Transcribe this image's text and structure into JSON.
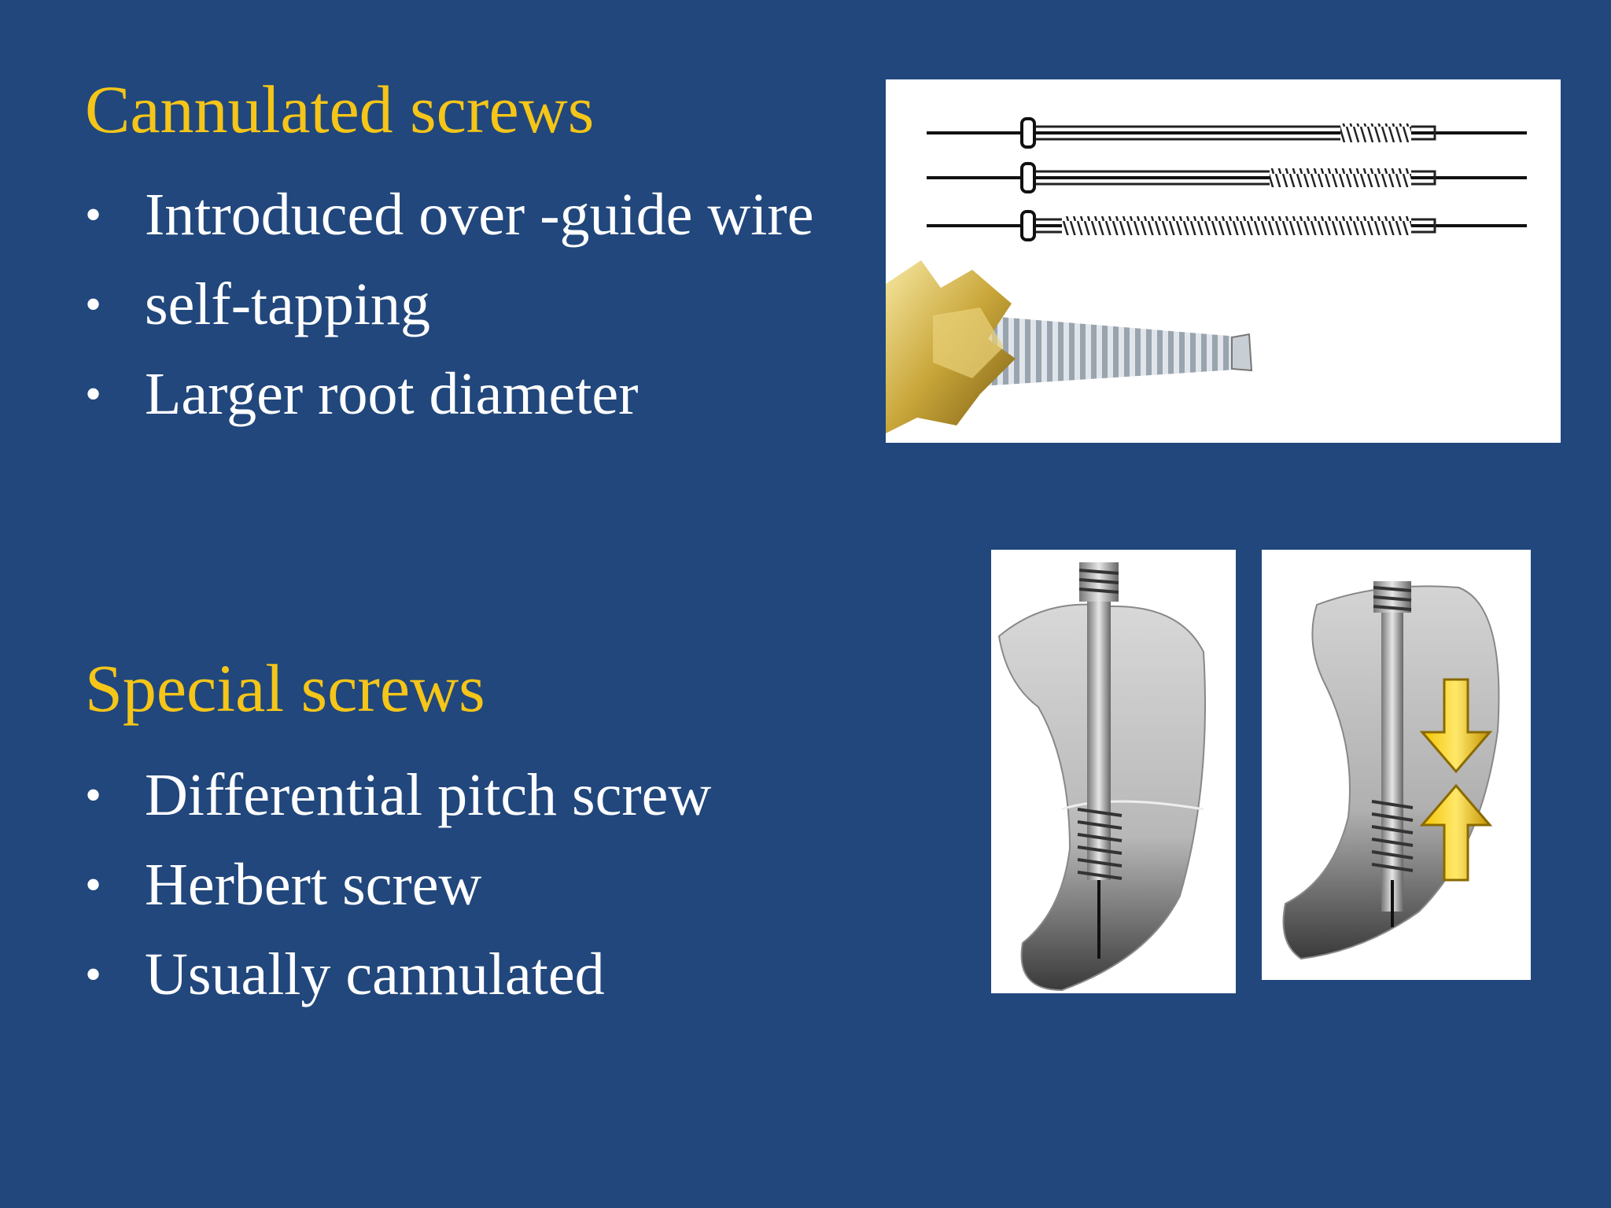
{
  "sections": [
    {
      "title": "Cannulated screws",
      "bullets": [
        "Introduced over -guide wire",
        "self-tapping",
        "Larger root diameter"
      ]
    },
    {
      "title": "Special screws",
      "bullets": [
        "Differential pitch screw",
        "Herbert screw",
        "Usually cannulated"
      ]
    }
  ],
  "colors": {
    "background": "#21477c",
    "title": "#f5c518",
    "text": "#ffffff"
  },
  "bullet_glyph": "•",
  "icons": {
    "screws_image": "cannulated-screws-image",
    "bone_image_1": "bone-screw-image",
    "bone_image_2": "bone-screw-compression-image"
  }
}
